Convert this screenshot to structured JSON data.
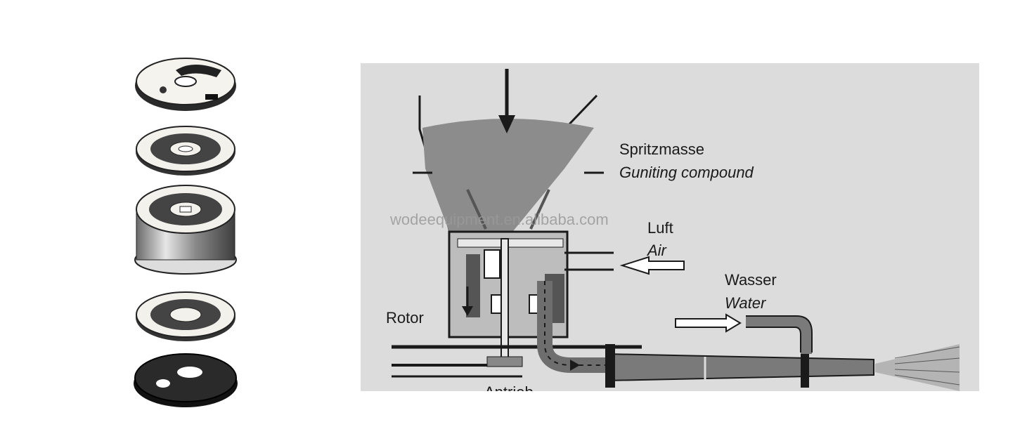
{
  "watermark": "wodeequipment.en.alibaba.com",
  "labels": {
    "spritzmasse": "Spritzmasse",
    "guniting": "Guniting compound",
    "luft": "Luft",
    "air": "Air",
    "wasser": "Wasser",
    "water": "Water",
    "rotor": "Rotor",
    "antrieb": "Antrieb"
  },
  "colors": {
    "background": "#ffffff",
    "schematic_bg": "#dcdcdc",
    "compound_fill": "#8c8c8c",
    "line": "#1a1a1a"
  }
}
